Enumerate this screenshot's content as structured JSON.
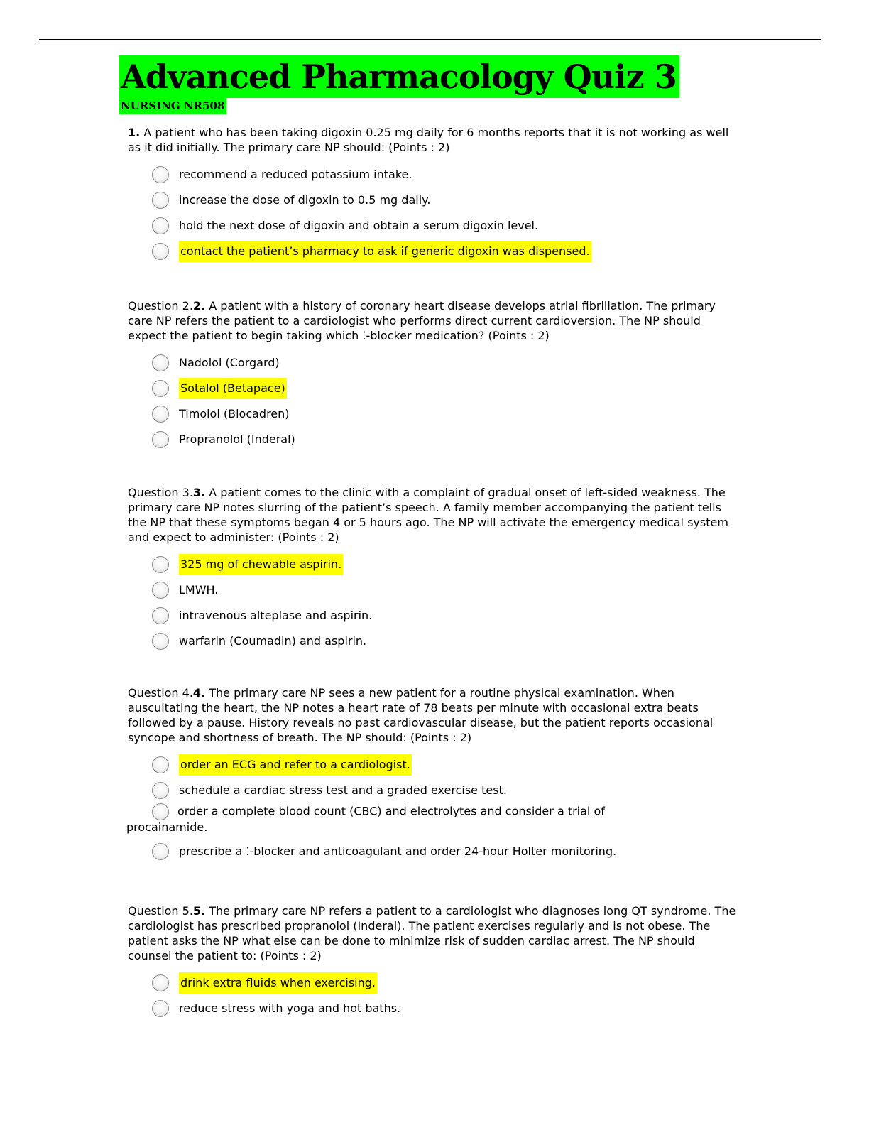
{
  "header": {
    "title": "Advanced Pharmacology Quiz 3",
    "subtitle": "NURSING NR508"
  },
  "questions": [
    {
      "number": "1.",
      "text": " A patient who has been taking digoxin 0.25 mg daily for 6 months reports that it is not working as well as it did initially. The primary care NP should: (Points : 2)",
      "options": [
        {
          "label": "recommend a reduced potassium intake.",
          "correct": false
        },
        {
          "label": "increase the dose of digoxin to 0.5 mg daily.",
          "correct": false
        },
        {
          "label": "hold the next dose of digoxin and obtain a serum digoxin level.",
          "correct": false
        },
        {
          "label": "contact the patient’s pharmacy to ask if generic digoxin was dispensed.",
          "correct": true
        }
      ]
    },
    {
      "prefix": "Question 2.",
      "number": "2.",
      "text": " A patient with a history of coronary heart disease develops atrial fibrillation. The primary care NP refers the patient to a cardiologist who performs direct current cardioversion. The NP should expect the patient to begin taking which ⁚-blocker medication? (Points : 2)",
      "options": [
        {
          "label": "Nadolol (Corgard)",
          "correct": false
        },
        {
          "label": "Sotalol (Betapace)",
          "correct": true
        },
        {
          "label": "Timolol (Blocadren)",
          "correct": false
        },
        {
          "label": "Propranolol (Inderal)",
          "correct": false
        }
      ]
    },
    {
      "prefix": "Question 3.",
      "number": "3.",
      "text": " A patient comes to the clinic with a complaint of gradual onset of left-sided weakness. The primary care NP notes slurring of the patient’s speech. A family member accompanying the patient tells the NP that these symptoms began 4 or 5 hours ago. The NP will activate the emergency medical system and expect to administer: (Points : 2)",
      "options": [
        {
          "label": "325 mg of chewable aspirin.",
          "correct": true
        },
        {
          "label": "LMWH.",
          "correct": false
        },
        {
          "label": "intravenous alteplase and aspirin.",
          "correct": false
        },
        {
          "label": "warfarin (Coumadin) and aspirin.",
          "correct": false
        }
      ]
    },
    {
      "prefix": "Question 4.",
      "number": "4.",
      "text": " The primary care NP sees a new patient for a routine physical examination. When auscultating the heart, the NP notes a heart rate of 78 beats per minute with occasional extra beats followed by a pause. History reveals no past cardiovascular disease, but the patient reports occasional syncope and shortness of breath. The NP should: (Points : 2)",
      "options": [
        {
          "label": "order an ECG and refer to a cardiologist.",
          "correct": true
        },
        {
          "label": "schedule a cardiac stress test and a graded exercise test.",
          "correct": false
        },
        {
          "label": "order a complete blood count (CBC) and electrolytes and consider a trial of",
          "continuation": "procainamide.",
          "correct": false
        },
        {
          "label": "prescribe a ⁚-blocker and anticoagulant and order 24-hour Holter monitoring.",
          "correct": false
        }
      ]
    },
    {
      "prefix": "Question 5.",
      "number": "5.",
      "text": " The primary care NP refers a patient to a cardiologist who diagnoses long QT syndrome. The cardiologist has prescribed propranolol (Inderal). The patient exercises regularly and is not obese. The patient asks the NP what else can be done to minimize risk of sudden cardiac arrest. The NP should counsel the patient to: (Points : 2)",
      "options": [
        {
          "label": "drink extra fluids when exercising.",
          "correct": true
        },
        {
          "label": "reduce stress with yoga and hot baths.",
          "correct": false
        }
      ]
    }
  ]
}
